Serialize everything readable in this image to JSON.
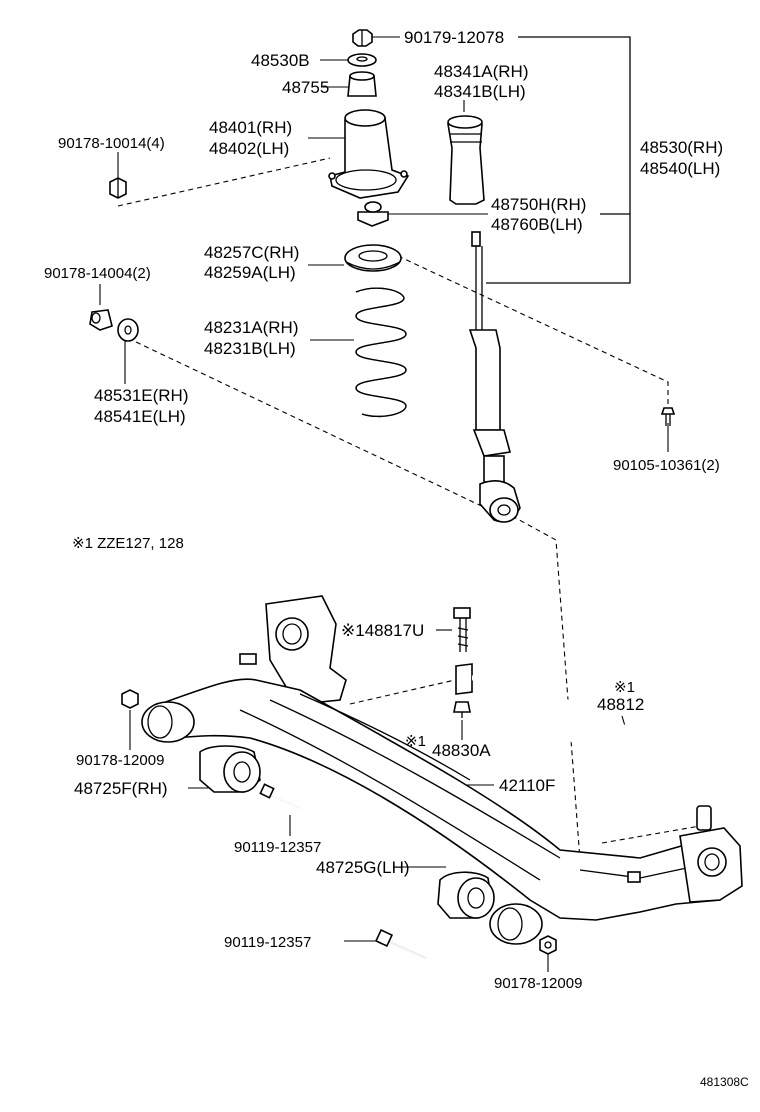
{
  "labels": {
    "p90179": "90179-12078",
    "p48530b": "48530B",
    "p48755": "48755",
    "p48341a": "48341A(RH)",
    "p48341b": "48341B(LH)",
    "p48401": "48401(RH)",
    "p48402": "48402(LH)",
    "p90178_10014": "90178-10014(4)",
    "p48530rh": "48530(RH)",
    "p48540lh": "48540(LH)",
    "p48750h": "48750H(RH)",
    "p48760b": "48760B(LH)",
    "p48257c": "48257C(RH)",
    "p48259a": "48259A(LH)",
    "p90178_14004": "90178-14004(2)",
    "p48231a": "48231A(RH)",
    "p48231b": "48231B(LH)",
    "p48531e": "48531E(RH)",
    "p48541e": "48541E(LH)",
    "p90105": "90105-10361(2)",
    "note_zze": "※1 ZZE127, 128",
    "p48817u": "※148817U",
    "p48812_mark": "※1",
    "p48812": "48812",
    "p48830a_mark": "※1",
    "p48830a": "48830A",
    "p90178_12009_a": "90178-12009",
    "p48725f": "48725F(RH)",
    "p42110f": "42110F",
    "p90119_a": "90119-12357",
    "p48725g": "48725G(LH)",
    "p90119_b": "90119-12357",
    "p90178_12009_b": "90178-12009",
    "catalog_code": "481308C"
  }
}
